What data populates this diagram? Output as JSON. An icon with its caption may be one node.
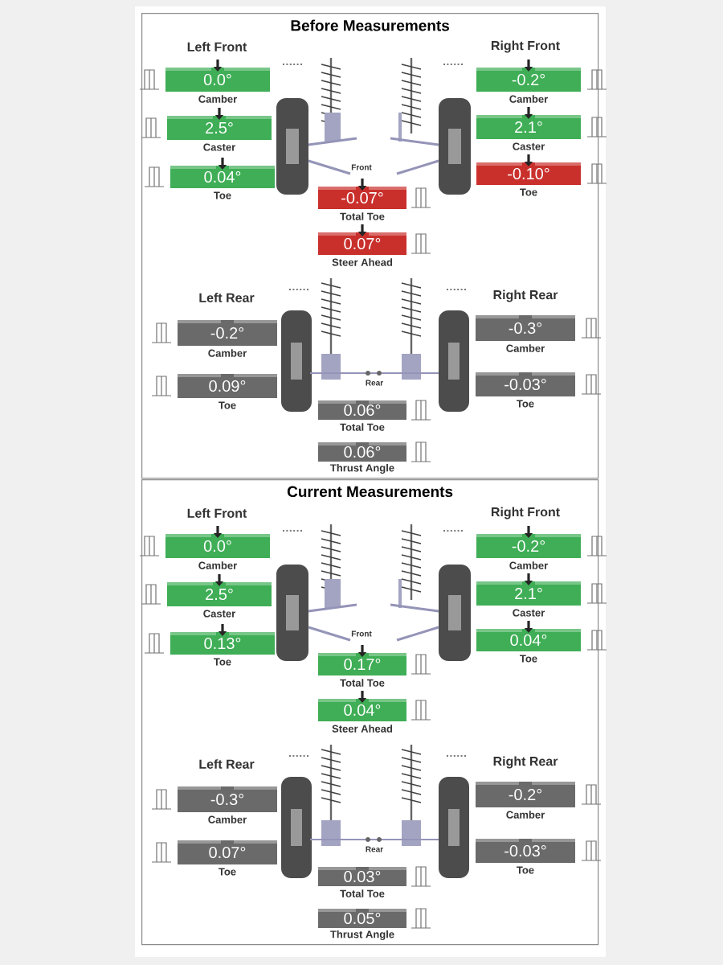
{
  "diagram": {
    "nodes": [
      {
        "text": [
          "Before Measurements"
        ]
      },
      {
        "text": [
          "0.0°"
        ],
        "beside": [
          "Camber"
        ],
        "in": 0
      },
      {
        "text": [
          "2.5°"
        ],
        "beside": [
          "Caster"
        ],
        "in": 0
      },
      {
        "text": [
          "0.04°"
        ],
        "beside": [
          "Toe"
        ],
        "in": 0
      },
      {
        "text": [
          "-0.2°"
        ],
        "beside": [
          "Camber"
        ],
        "in": 0
      },
      {
        "text": [
          "2.1°"
        ],
        "beside": [
          "Caster"
        ],
        "in": 0
      },
      {
        "text": [
          "-0.10°"
        ],
        "beside": [
          "Toe"
        ],
        "in": 0
      },
      {
        "text": [
          "-0.07°"
        ],
        "beside": [
          "Total Toe"
        ],
        "in": 0
      },
      {
        "text": [
          "0.07°"
        ],
        "beside": [
          "Steer Ahead"
        ],
        "in": 0
      },
      {
        "text": [
          "-0.2°"
        ],
        "beside": [
          "Camber"
        ],
        "in": 0
      },
      {
        "text": [
          "0.09°"
        ],
        "beside": [
          "Toe"
        ],
        "in": 0
      },
      {
        "text": [
          "-0.3°"
        ],
        "beside": [
          "Camber"
        ],
        "in": 0
      },
      {
        "text": [
          "-0.03°"
        ],
        "beside": [
          "Toe"
        ],
        "in": 0
      },
      {
        "text": [
          "0.06°"
        ],
        "beside": [
          "Total Toe"
        ],
        "in": 0
      },
      {
        "text": [
          "0.06°"
        ],
        "beside": [
          "Thrust Angle"
        ],
        "in": 0
      },
      {
        "text": [
          "Current Measurements"
        ]
      },
      {
        "text": [
          "0.0°"
        ],
        "beside": [
          "Camber"
        ],
        "in": 15
      },
      {
        "text": [
          "2.5°"
        ],
        "beside": [
          "Caster"
        ],
        "in": 15
      },
      {
        "text": [
          "0.13°"
        ],
        "beside": [
          "Toe"
        ],
        "in": 15
      },
      {
        "text": [
          "-0.2°"
        ],
        "beside": [
          "Camber"
        ],
        "in": 15
      },
      {
        "text": [
          "2.1°"
        ],
        "beside": [
          "Caster"
        ],
        "in": 15
      },
      {
        "text": [
          "0.04°"
        ],
        "beside": [
          "Toe"
        ],
        "in": 15
      },
      {
        "text": [
          "0.17°"
        ],
        "beside": [
          "Total Toe"
        ],
        "in": 15
      },
      {
        "text": [
          "0.04°"
        ],
        "beside": [
          "Steer Ahead"
        ],
        "in": 15
      },
      {
        "text": [
          "-0.3°"
        ],
        "beside": [
          "Camber"
        ],
        "in": 15
      },
      {
        "text": [
          "0.07°"
        ],
        "beside": [
          "Toe"
        ],
        "in": 15
      },
      {
        "text": [
          "-0.2°"
        ],
        "beside": [
          "Camber"
        ],
        "in": 15
      },
      {
        "text": [
          "-0.03°"
        ],
        "beside": [
          "Toe"
        ],
        "in": 15
      },
      {
        "text": [
          "0.03°"
        ],
        "beside": [
          "Total Toe"
        ],
        "in": 15
      },
      {
        "text": [
          "0.05°"
        ],
        "beside": [
          "Thrust Angle"
        ],
        "in": 15
      }
    ],
    "labels": [
      "Left Front",
      "Right Front",
      "Front",
      "Left Rear",
      "Right Rear",
      "Rear",
      "Left Front",
      "Right Front",
      "Front",
      "Left Rear",
      "Right Rear",
      "Rear"
    ]
  }
}
